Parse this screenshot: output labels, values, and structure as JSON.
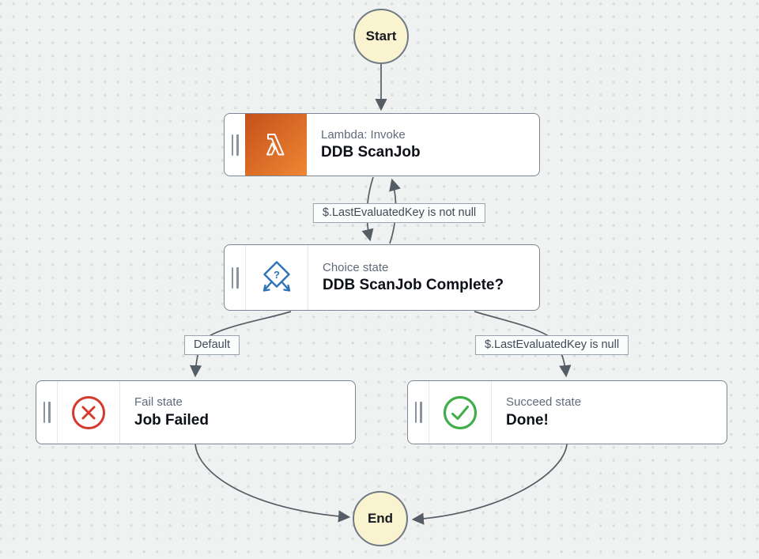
{
  "diagram": {
    "start": {
      "label": "Start"
    },
    "end": {
      "label": "End"
    },
    "states": [
      {
        "id": "lambda",
        "type_label": "Lambda: Invoke",
        "name": "DDB ScanJob",
        "icon": "lambda-icon"
      },
      {
        "id": "choice",
        "type_label": "Choice state",
        "name": "DDB ScanJob Complete?",
        "icon": "choice-diamond-icon"
      },
      {
        "id": "fail",
        "type_label": "Fail state",
        "name": "Job Failed",
        "icon": "fail-circle-x-icon"
      },
      {
        "id": "succeed",
        "type_label": "Succeed state",
        "name": "Done!",
        "icon": "succeed-circle-check-icon"
      }
    ],
    "edge_labels": {
      "retry_loop": "$.LastEvaluatedKey is not null",
      "default_branch": "Default",
      "complete_branch": "$.LastEvaluatedKey is null"
    },
    "colors": {
      "canvas_bg": "#f0f1f1",
      "canvas_dot": "#d9dddd",
      "edge_gray": "#555d66",
      "node_border": "#7d8694",
      "title_gray": "#5f6b7a",
      "name_dark": "#0d1117",
      "label_border": "#98a3ad",
      "label_text": "#3f4a55",
      "terminal_fill": "#faf3cf",
      "terminal_border": "#6f7a86",
      "lambda_gradient_start": "#c4511b",
      "lambda_gradient_end": "#ef8733",
      "choice_blue": "#2e73b8",
      "fail_red": "#d5382c",
      "succeed_green": "#3fae49"
    }
  }
}
